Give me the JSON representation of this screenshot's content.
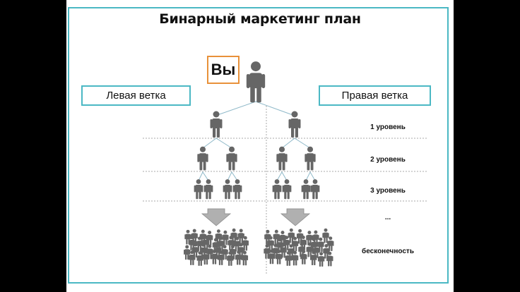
{
  "title": "Бинарный маркетинг план",
  "you_label": "Вы",
  "left_branch": "Левая ветка",
  "right_branch": "Правая ветка",
  "levels": [
    {
      "label": "1 уровень"
    },
    {
      "label": "2 уровень"
    },
    {
      "label": "3 уровень"
    },
    {
      "label": "..."
    },
    {
      "label": "бесконечность"
    }
  ],
  "colors": {
    "frame": "#4bb8c4",
    "you_box": "#e8913a",
    "figure": "#666666",
    "connector": "#8fb9c9",
    "divider": "#aaaaaa",
    "arrow": "#b0b0b0"
  }
}
